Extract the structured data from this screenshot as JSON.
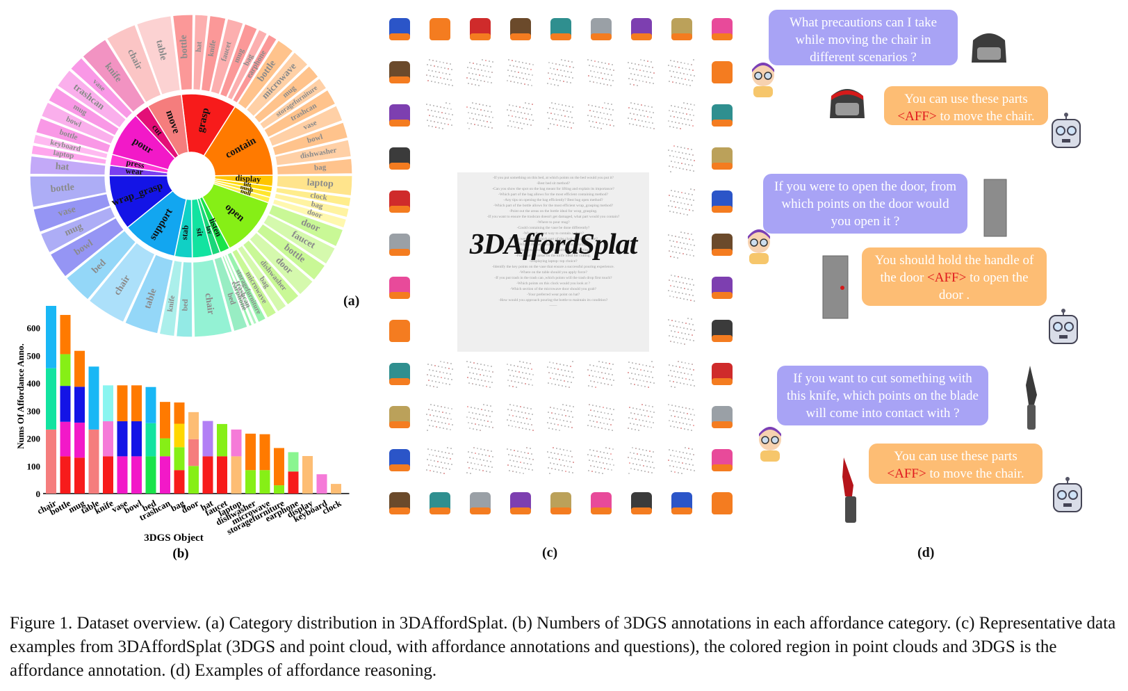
{
  "panels": {
    "a": "(a)",
    "b": "(b)",
    "c": "(c)",
    "d": "(d)"
  },
  "sunburst": {
    "inner": [
      {
        "label": "grasp",
        "value": 11,
        "color": "#f71b1b"
      },
      {
        "label": "contain",
        "value": 16,
        "color": "#ff7a00"
      },
      {
        "label": "display",
        "value": 2.2,
        "color": "#ffc400"
      },
      {
        "label": "lift",
        "value": 1.1,
        "color": "#ffd700"
      },
      {
        "label": "push",
        "value": 1.1,
        "color": "#ffe52e"
      },
      {
        "label": "pull",
        "value": 1.1,
        "color": "#fff04d"
      },
      {
        "label": "open",
        "value": 12,
        "color": "#86ef16"
      },
      {
        "label": "listen",
        "value": 2,
        "color": "#19e34a"
      },
      {
        "label": "lay",
        "value": 1.6,
        "color": "#1ad67a"
      },
      {
        "label": "sit",
        "value": 4,
        "color": "#12e3a0"
      },
      {
        "label": "stab",
        "value": 3.5,
        "color": "#10d0c5"
      },
      {
        "label": "support",
        "value": 11,
        "color": "#12a6f0"
      },
      {
        "label": "wrap_grasp",
        "value": 11,
        "color": "#1414e6"
      },
      {
        "label": "wear",
        "value": 2,
        "color": "#7a3ff0"
      },
      {
        "label": "press",
        "value": 2.2,
        "color": "#ff39d7"
      },
      {
        "label": "pour",
        "value": 9,
        "color": "#f219c8"
      },
      {
        "label": "cut",
        "value": 3,
        "color": "#e30f77"
      },
      {
        "label": "move",
        "value": 7,
        "color": "#f57d7d"
      }
    ],
    "outer": [
      {
        "label": "bottle",
        "parent": 0,
        "value": 2.2
      },
      {
        "label": "hat",
        "parent": 0,
        "value": 1.5
      },
      {
        "label": "knife",
        "parent": 0,
        "value": 1.8
      },
      {
        "label": "faucet",
        "parent": 0,
        "value": 1.8
      },
      {
        "label": "mug",
        "parent": 0,
        "value": 1.5
      },
      {
        "label": "bag",
        "parent": 0,
        "value": 1.1
      },
      {
        "label": "earphone",
        "parent": 0,
        "value": 1.1
      },
      {
        "label": "bottle",
        "parent": 1,
        "value": 2
      },
      {
        "label": "microwave",
        "parent": 1,
        "value": 2
      },
      {
        "label": "mug",
        "parent": 1,
        "value": 1.6
      },
      {
        "label": "storagefurniture",
        "parent": 1,
        "value": 1.4
      },
      {
        "label": "trashcan",
        "parent": 1,
        "value": 1.8
      },
      {
        "label": "vase",
        "parent": 1,
        "value": 1.8
      },
      {
        "label": "bowl",
        "parent": 1,
        "value": 1.8
      },
      {
        "label": "dishwasher",
        "parent": 1,
        "value": 1.9
      },
      {
        "label": "bag",
        "parent": 1,
        "value": 1.7
      },
      {
        "label": "laptop",
        "parent": 2,
        "value": 2.2
      },
      {
        "label": "clock",
        "parent": 3,
        "value": 1.1
      },
      {
        "label": "bag",
        "parent": 4,
        "value": 1.1
      },
      {
        "label": "door",
        "parent": 5,
        "value": 1.1
      },
      {
        "label": "door",
        "parent": 6,
        "value": 2
      },
      {
        "label": "faucet",
        "parent": 6,
        "value": 2
      },
      {
        "label": "bottle",
        "parent": 6,
        "value": 2
      },
      {
        "label": "door",
        "parent": 6,
        "value": 2
      },
      {
        "label": "dishwasher",
        "parent": 6,
        "value": 1.6
      },
      {
        "label": "bag",
        "parent": 6,
        "value": 1.2
      },
      {
        "label": "microwave",
        "parent": 6,
        "value": 1.2
      },
      {
        "label": "storagefurniture",
        "parent": 7,
        "value": 1
      },
      {
        "label": "trashcan",
        "parent": 7,
        "value": 0.5
      },
      {
        "label": "earphone",
        "parent": 7,
        "value": 0.5
      },
      {
        "label": "bed",
        "parent": 8,
        "value": 1.6
      },
      {
        "label": "chair",
        "parent": 9,
        "value": 4
      },
      {
        "label": "bed",
        "parent": 10,
        "value": 1.8
      },
      {
        "label": "knife",
        "parent": 10,
        "value": 1.7
      },
      {
        "label": "table",
        "parent": 11,
        "value": 3.6
      },
      {
        "label": "chair",
        "parent": 11,
        "value": 4.2
      },
      {
        "label": "bed",
        "parent": 11,
        "value": 3.2
      },
      {
        "label": "bowl",
        "parent": 12,
        "value": 1.9
      },
      {
        "label": "mug",
        "parent": 12,
        "value": 1.5
      },
      {
        "label": "vase",
        "parent": 12,
        "value": 1.7
      },
      {
        "label": "bottle",
        "parent": 12,
        "value": 2.2
      },
      {
        "label": "hat",
        "parent": 13,
        "value": 2
      },
      {
        "label": "laptop",
        "parent": 14,
        "value": 1.1
      },
      {
        "label": "keyboard",
        "parent": 14,
        "value": 1.1
      },
      {
        "label": "bottle",
        "parent": 15,
        "value": 1.6
      },
      {
        "label": "bowl",
        "parent": 15,
        "value": 1.6
      },
      {
        "label": "mug",
        "parent": 15,
        "value": 1.6
      },
      {
        "label": "trashcan",
        "parent": 15,
        "value": 2.0
      },
      {
        "label": "vase",
        "parent": 15,
        "value": 1.6
      },
      {
        "label": "knife",
        "parent": 16,
        "value": 3
      },
      {
        "label": "chair",
        "parent": 17,
        "value": 3.3
      },
      {
        "label": "table",
        "parent": 17,
        "value": 3.7
      }
    ]
  },
  "chart_data": {
    "type": "bar",
    "stacked": true,
    "xlabel": "3DGS Object",
    "ylabel": "Nums Of Affordance Anno.",
    "ylim": [
      0,
      700
    ],
    "yticks": [
      "0",
      "100",
      "200",
      "300",
      "400",
      "500",
      "600",
      "700"
    ],
    "categories": [
      "chair",
      "bottle",
      "mug",
      "table",
      "knife",
      "vase",
      "bowl",
      "bed",
      "trashcan",
      "bag",
      "door",
      "hat",
      "faucet",
      "laptop",
      "dishwasher",
      "microwave",
      "storagefurniture",
      "earphone",
      "display",
      "keyboard",
      "clock"
    ],
    "stacks": [
      [
        {
          "v": 232,
          "c": "#f57d7d"
        },
        {
          "v": 222,
          "c": "#12e3a0"
        },
        {
          "v": 246,
          "c": "#19b7f5"
        }
      ],
      [
        {
          "v": 135,
          "c": "#f71b1b"
        },
        {
          "v": 125,
          "c": "#f219c8"
        },
        {
          "v": 130,
          "c": "#1414e6"
        },
        {
          "v": 115,
          "c": "#86ef16"
        },
        {
          "v": 142,
          "c": "#ff7a00"
        }
      ],
      [
        {
          "v": 130,
          "c": "#f71b1b"
        },
        {
          "v": 127,
          "c": "#f219c8"
        },
        {
          "v": 130,
          "c": "#1414e6"
        },
        {
          "v": 130,
          "c": "#ff7a00"
        }
      ],
      [
        {
          "v": 232,
          "c": "#f57d7d"
        },
        {
          "v": 228,
          "c": "#19b7f5"
        }
      ],
      [
        {
          "v": 135,
          "c": "#f71b1b"
        },
        {
          "v": 127,
          "c": "#f57ad8"
        },
        {
          "v": 130,
          "c": "#8af5f0"
        }
      ],
      [
        {
          "v": 135,
          "c": "#f219c8"
        },
        {
          "v": 127,
          "c": "#1414e6"
        },
        {
          "v": 130,
          "c": "#ff7a00"
        }
      ],
      [
        {
          "v": 135,
          "c": "#f219c8"
        },
        {
          "v": 127,
          "c": "#1414e6"
        },
        {
          "v": 130,
          "c": "#ff7a00"
        }
      ],
      [
        {
          "v": 135,
          "c": "#19e34a"
        },
        {
          "v": 120,
          "c": "#12e3a0"
        },
        {
          "v": 131,
          "c": "#19b7f5"
        }
      ],
      [
        {
          "v": 135,
          "c": "#f219c8"
        },
        {
          "v": 65,
          "c": "#86ef16"
        },
        {
          "v": 132,
          "c": "#ff7a00"
        }
      ],
      [
        {
          "v": 85,
          "c": "#f71b1b"
        },
        {
          "v": 83,
          "c": "#86ef16"
        },
        {
          "v": 85,
          "c": "#ffd700"
        },
        {
          "v": 77,
          "c": "#ff7a00"
        }
      ],
      [
        {
          "v": 100,
          "c": "#86ef16"
        },
        {
          "v": 97,
          "c": "#f57d7d"
        },
        {
          "v": 98,
          "c": "#fdbd74"
        }
      ],
      [
        {
          "v": 135,
          "c": "#f71b1b"
        },
        {
          "v": 128,
          "c": "#b27ff5"
        }
      ],
      [
        {
          "v": 135,
          "c": "#f71b1b"
        },
        {
          "v": 117,
          "c": "#86ef16"
        }
      ],
      [
        {
          "v": 135,
          "c": "#fdbd74"
        },
        {
          "v": 97,
          "c": "#f57ad8"
        }
      ],
      [
        {
          "v": 85,
          "c": "#86ef16"
        },
        {
          "v": 132,
          "c": "#ff7a00"
        }
      ],
      [
        {
          "v": 85,
          "c": "#86ef16"
        },
        {
          "v": 130,
          "c": "#ff7a00"
        }
      ],
      [
        {
          "v": 30,
          "c": "#86ef16"
        },
        {
          "v": 135,
          "c": "#ff7a00"
        }
      ],
      [
        {
          "v": 80,
          "c": "#f71b1b"
        },
        {
          "v": 70,
          "c": "#8af590"
        }
      ],
      [
        {
          "v": 136,
          "c": "#fdbd74"
        }
      ],
      [
        {
          "v": 70,
          "c": "#f57ad8"
        }
      ],
      [
        {
          "v": 35,
          "c": "#fdbd74"
        }
      ]
    ]
  },
  "panel_c": {
    "brand": "3DAffordSplat",
    "questions": [
      "-If you put something on this bed, at which points on the bed would you put it?",
      "-Best bed sit method?",
      "-Can you show the spot on the bag meant for lifting and explain its importance?",
      "-Which part of the bag allows for the most efficient containing method?",
      "-Any tips on opening the bag efficiently? Best bag open method?",
      "-Which part of the bottle allows for the most efficient wrap_grasping method?",
      "-Point out the areas on the bottle ideal for wrap_grasping.",
      "-If you want to ensure the trashcan doesn't get damaged, what part would you contain?",
      "-Where to pour mug?",
      "-Could containing the vase be done differently?",
      "-What's the best way to contain a chair?",
      "-If you were to sit, which part of the chair would you use?",
      "-What's the best area on the vase for pouring?",
      "-What area would be most stable for supporting?",
      "-Point out the areas on the knife ideal for cutting.",
      "-Displaying laptop: top choice?",
      "-Identify the key points on the vase that ensure a successful pouring experience.",
      "-Where on the table should you apply force?",
      "-If you put trash in the trash can ,which points will the trash drop first touch?",
      "-Which points on this clock would you look at ?",
      "-Which section of the microwave door should you grab?",
      "-Your preferred wear point on hat?",
      "-How would you approach pouring the bottle to maintain its condition?",
      "——"
    ]
  },
  "panel_d": {
    "q1": "What precautions can I take while moving the chair in different scenarios ?",
    "a1_pre": "You can use these parts",
    "a1_aff": "<AFF>",
    "a1_post": "to move the chair.",
    "q2": "If you were to open the door, from which points on the door would you open it ?",
    "a2_pre": "You should hold the handle of the door",
    "a2_aff": "<AFF>",
    "a2_post": "to open the door .",
    "q3": "If you want to cut something with this knife, which points on the blade will come into contact with ?",
    "a3_pre": "You can use these parts",
    "a3_aff": "<AFF>",
    "a3_post": "to move the chair."
  },
  "caption": "Figure 1. Dataset overview. (a) Category distribution in 3DAffordSplat. (b) Numbers of 3DGS annotations in each affordance category. (c) Representative data examples from 3DAffordSplat (3DGS and point cloud, with affordance annotations and questions), the colored region in point clouds and 3DGS is the affordance annotation. (d) Examples of affordance reasoning."
}
